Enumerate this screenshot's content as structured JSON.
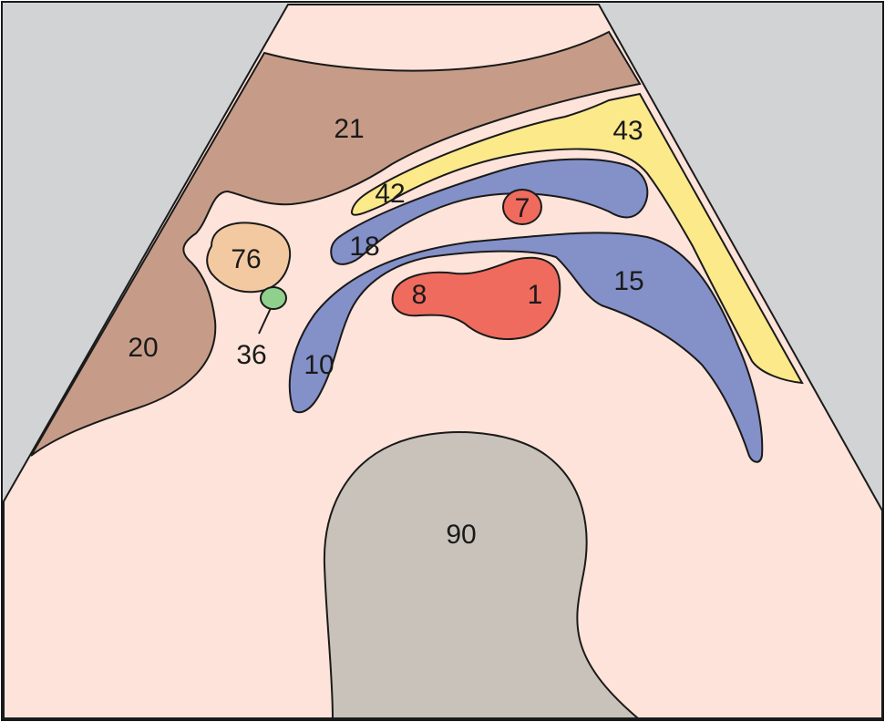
{
  "colors": {
    "background": "#d1d3d4",
    "tissue": "#fde3d9",
    "liver_brown": "#c69c88",
    "yellow": "#fbe98a",
    "blue": "#8490c8",
    "red": "#ef6b5e",
    "tan": "#f3c9a2",
    "green": "#8fd08c",
    "gray": "#c9c2ba",
    "outline": "#1a1a1a"
  },
  "labels": {
    "l21": "21",
    "l43": "43",
    "l42": "42",
    "l7": "7",
    "l18": "18",
    "l76": "76",
    "l8": "8",
    "l1": "1",
    "l15": "15",
    "l20": "20",
    "l36": "36",
    "l10": "10",
    "l90": "90"
  }
}
